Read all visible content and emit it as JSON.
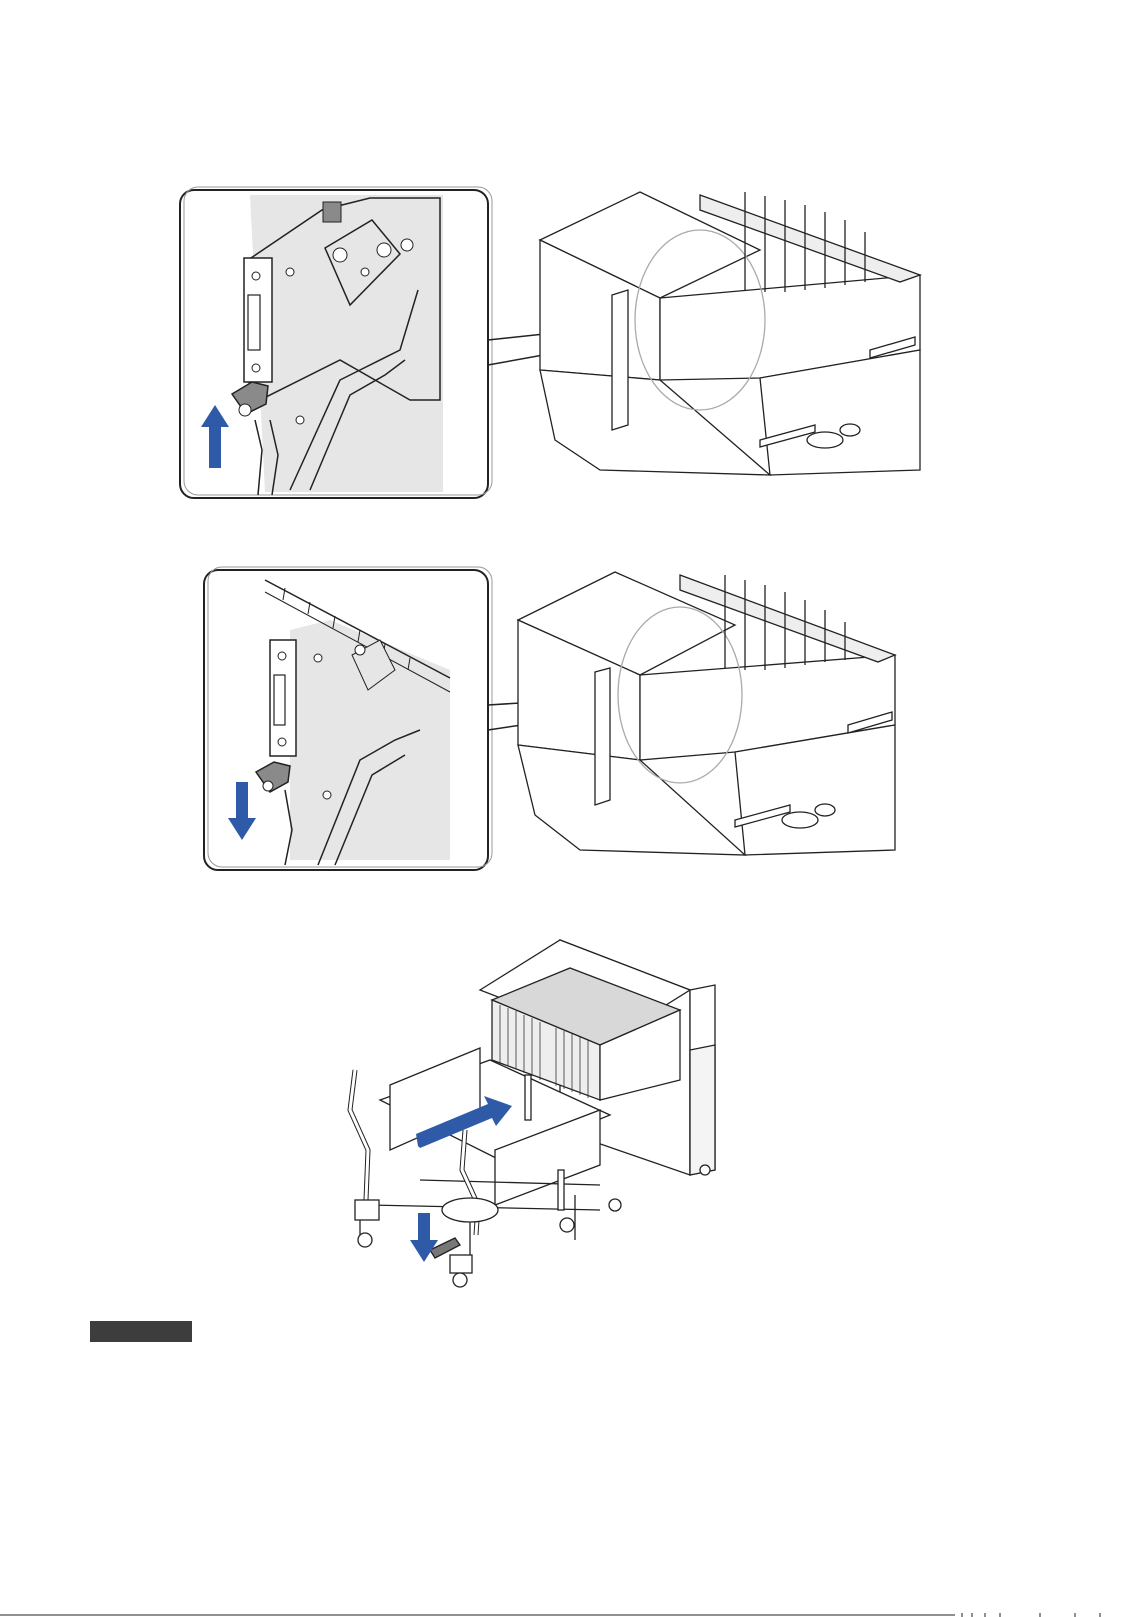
{
  "page": {
    "figures": [
      {
        "id": "figure-1",
        "callout_arrow": "up"
      },
      {
        "id": "figure-2",
        "callout_arrow": "down"
      },
      {
        "id": "figure-3",
        "arrows": [
          "push-in",
          "pedal-down"
        ]
      }
    ]
  },
  "colors": {
    "arrow": "#2f5aa8",
    "callout_fill": "#e6e6e6",
    "line": "#222222",
    "note_tab": "#3d3d3d"
  }
}
